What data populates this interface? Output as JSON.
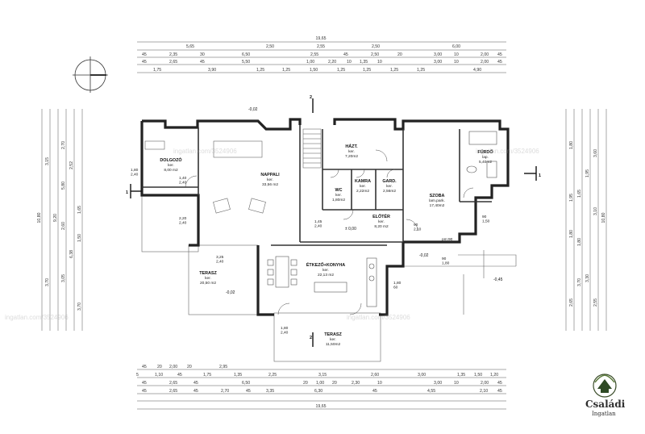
{
  "dimensions": {
    "overall_top": "19,65",
    "top_row1": [
      "5,65",
      "2,50",
      "2,55",
      "2,50",
      "6,00"
    ],
    "top_row2": [
      "45",
      "2,35",
      "30",
      "6,50",
      "2,55",
      "45",
      "2,50",
      "20",
      "3,00",
      "10",
      "2,00",
      "45"
    ],
    "top_row3": [
      "45",
      "2,65",
      "45",
      "5,50",
      "1,00",
      "2,20",
      "10",
      "1,35",
      "10",
      "3,00",
      "10",
      "2,00",
      "45"
    ],
    "top_row4": [
      "1,75",
      "3,90",
      "1,25",
      "1,25",
      "1,50",
      "1,25",
      "1,25",
      "1,25",
      "1,25",
      "4,90"
    ],
    "overall_bottom": "19,65",
    "bottom_row1": [
      "45",
      "2,65",
      "45",
      "2,70",
      "45",
      "3,35",
      "6,30",
      "45",
      "4,55",
      "2,10",
      "45"
    ],
    "bottom_row2": [
      "45",
      "2,65",
      "45",
      "6,50",
      "20",
      "1,00",
      "20",
      "2,30",
      "10",
      "3,00",
      "10",
      "2,00",
      "45"
    ],
    "bottom_row3": [
      "5",
      "1,10",
      "45",
      "1,75",
      "1,35",
      "2,25",
      "3,15",
      "2,60",
      "3,00",
      "1,35",
      "1,50",
      "1,20"
    ],
    "bottom_row4": [
      "45",
      "20",
      "2,00",
      "20",
      "2,95"
    ],
    "left_outer": "10,80",
    "left_cols": [
      "3,15",
      "9,20",
      "6,38",
      "3,70",
      "2,70",
      "2,52",
      "5,80",
      "1,65",
      "2,60",
      "1,50",
      "3,05",
      "3,70"
    ],
    "right_outer": "10,80",
    "right_cols": [
      "1,80",
      "3,60",
      "1,95",
      "3,10",
      "2,65",
      "3,70",
      "3,30",
      "2,55",
      "1,80",
      "1,65",
      "1,95",
      "1,80"
    ]
  },
  "rooms": [
    {
      "name": "DOLGOZÓ",
      "floor": "ker.",
      "area": "8,00 m2"
    },
    {
      "name": "NAPPALI",
      "floor": "ker.",
      "area": "33,56 m2"
    },
    {
      "name": "HÁZT.",
      "floor": "ker.",
      "area": "7,20m2"
    },
    {
      "name": "FÜRDŐ",
      "floor": "lap.",
      "area": "5,40m2"
    },
    {
      "name": "KAMRA",
      "floor": "ker.",
      "area": "2,22m2"
    },
    {
      "name": "GARD.",
      "floor": "ker.",
      "area": "2,56m2"
    },
    {
      "name": "WC",
      "floor": "ker.",
      "area": "1,80m2"
    },
    {
      "name": "SZOBA",
      "floor": "lam.park.",
      "area": "17,40m2"
    },
    {
      "name": "ELŐTÉR",
      "floor": "ker.",
      "area": "8,20 m2"
    },
    {
      "name": "TERASZ",
      "floor": "ker.",
      "area": "20,50 m2"
    },
    {
      "name": "ÉTKEZŐ+KONYHA",
      "floor": "ker.",
      "area": "22,13 m2"
    },
    {
      "name": "TERASZ",
      "floor": "ker.",
      "area": "11,50m2"
    }
  ],
  "levels": {
    "l1": "-0,02",
    "l2": "-0,02",
    "l3": "-0,02",
    "l4": "-0,45",
    "l5": "± 0,00"
  },
  "openings": {
    "o1": "1,80\n2,40",
    "o2": "1,40\n2,40",
    "o3": "2,20\n2,40",
    "o4": "3,25\n2,40",
    "o5": "1,45\n2,40",
    "o6": "90\n2,10",
    "o7": "90\n1,50",
    "o8": "pm:90",
    "o9": "1,80\n2,40",
    "o10": "1,80\n60",
    "o11": "90\n1,80"
  },
  "section_markers": [
    "1",
    "1",
    "2",
    "2"
  ],
  "watermark": "ingatlan.com/3524906",
  "logo": {
    "line1": "Családi",
    "line2": "Ingatlan"
  }
}
